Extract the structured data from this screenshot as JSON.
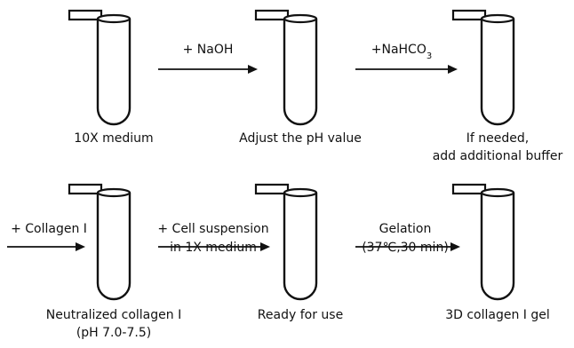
{
  "colors": {
    "medium_10x": "#f1473f",
    "adjusted_ph": "#ec5d9a",
    "buffered": "#ec5d9a",
    "neutralized_collagen": "#f8b6b4",
    "ready_for_use": "#f6a3c6",
    "collagen_gel": "#f290b8",
    "outline": "#111111"
  },
  "steps": [
    {
      "label_lines": [
        "10X medium"
      ],
      "liquid_color": "#f1473f",
      "fill_level": 0.12
    },
    {
      "label_lines": [
        "Adjust the pH value"
      ],
      "liquid_color": "#ec5d9a",
      "fill_level": 0.12
    },
    {
      "label_lines": [
        "If needed,",
        "add additional buffer"
      ],
      "liquid_color": "#ec5d9a",
      "fill_level": 0.12
    },
    {
      "label_lines": [
        "Neutralized collagen I",
        "(pH 7.0-7.5)"
      ],
      "liquid_color": "#f8b6b4",
      "fill_level": 0.62
    },
    {
      "label_lines": [
        "Ready for use"
      ],
      "liquid_color": "#f6a3c6",
      "fill_level": 0.62
    },
    {
      "label_lines": [
        "3D collagen I gel"
      ],
      "liquid_color": "#f290b8",
      "fill_level": 0.62
    }
  ],
  "arrows": [
    {
      "label_lines": [
        "+ NaOH"
      ]
    },
    {
      "label_lines": [
        "+NaHCO"
      ],
      "subscript": "3"
    },
    {
      "label_lines": [
        "+ Collagen I"
      ]
    },
    {
      "label_lines": [
        "+ Cell suspension",
        "in 1X medium"
      ]
    },
    {
      "label_lines": [
        "Gelation",
        "(37℃,30 min)"
      ]
    }
  ]
}
